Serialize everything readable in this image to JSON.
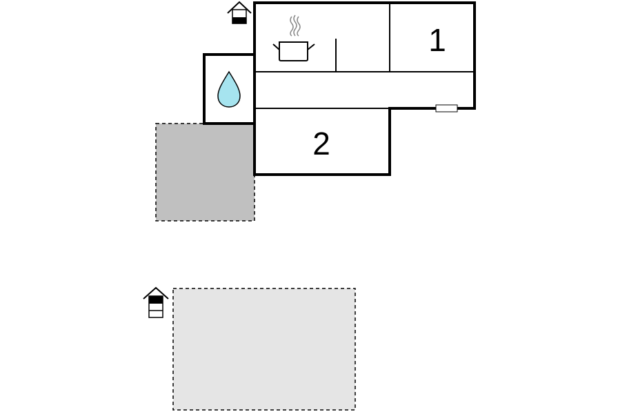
{
  "floor_plan": {
    "rooms": [
      {
        "id": "bedroom-1",
        "label": "1"
      },
      {
        "id": "bedroom-2",
        "label": "2"
      },
      {
        "id": "kitchen",
        "label": "",
        "icon": "cooking-pot-icon"
      },
      {
        "id": "bathroom",
        "label": "",
        "icon": "water-drop-icon"
      },
      {
        "id": "hallway",
        "label": ""
      }
    ],
    "areas": [
      {
        "id": "terrace",
        "style": "dashed",
        "fill": "#c0c0c0"
      },
      {
        "id": "outdoor-area",
        "style": "dashed",
        "fill": "#e5e5e5"
      }
    ],
    "entrances": [
      {
        "id": "main-entrance",
        "icon": "house-entrance-icon"
      },
      {
        "id": "outdoor-entrance",
        "icon": "house-entrance-icon"
      }
    ],
    "colors": {
      "wall": "#000000",
      "terrace_fill": "#c0c0c0",
      "outdoor_fill": "#e5e5e5",
      "water": "#a6e4ef",
      "steam": "#888888"
    }
  }
}
